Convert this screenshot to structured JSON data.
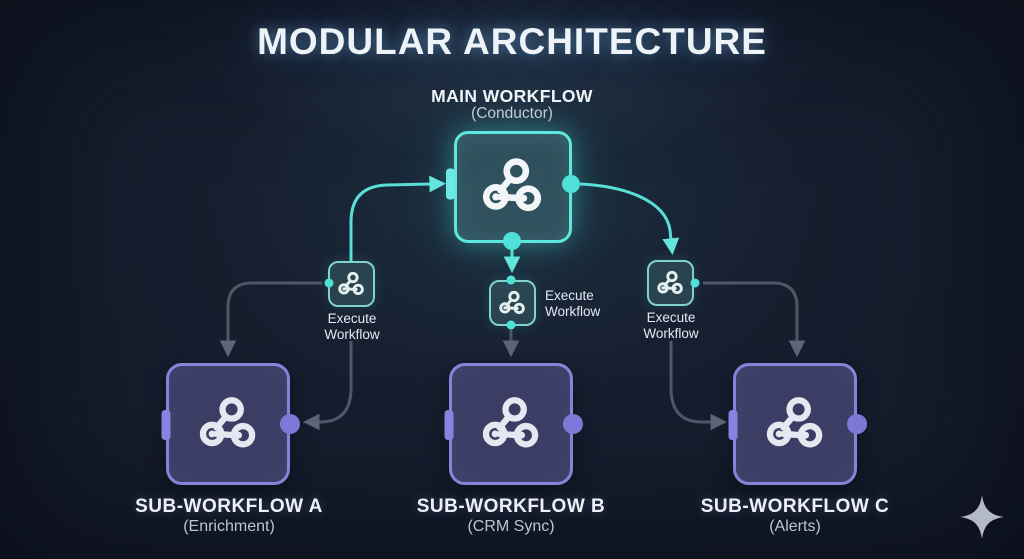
{
  "title": "MODULAR ARCHITECTURE",
  "main_workflow": {
    "label": "MAIN WORKFLOW",
    "sublabel": "(Conductor)"
  },
  "execute_nodes": [
    {
      "id": "execute-a",
      "label": "Execute\nWorkflow"
    },
    {
      "id": "execute-b",
      "label": "Execute\nWorkflow"
    },
    {
      "id": "execute-c",
      "label": "Execute\nWorkflow"
    }
  ],
  "sub_workflows": [
    {
      "id": "sub-a",
      "label": "SUB-WORKFLOW A",
      "sublabel": "(Enrichment)"
    },
    {
      "id": "sub-b",
      "label": "SUB-WORKFLOW B",
      "sublabel": "(CRM Sync)"
    },
    {
      "id": "sub-c",
      "label": "SUB-WORKFLOW C",
      "sublabel": "(Alerts)"
    }
  ],
  "icons": {
    "node_icon": "webhook-icon",
    "corner_icon": "sparkle-four-point-star-icon"
  },
  "colors": {
    "background": "#141a29",
    "accent_cyan": "#58dfd8",
    "accent_purple": "#8386d8",
    "edge_gray": "#4e5765",
    "text_primary": "#eef3f8",
    "text_secondary": "#bcc4d1"
  }
}
